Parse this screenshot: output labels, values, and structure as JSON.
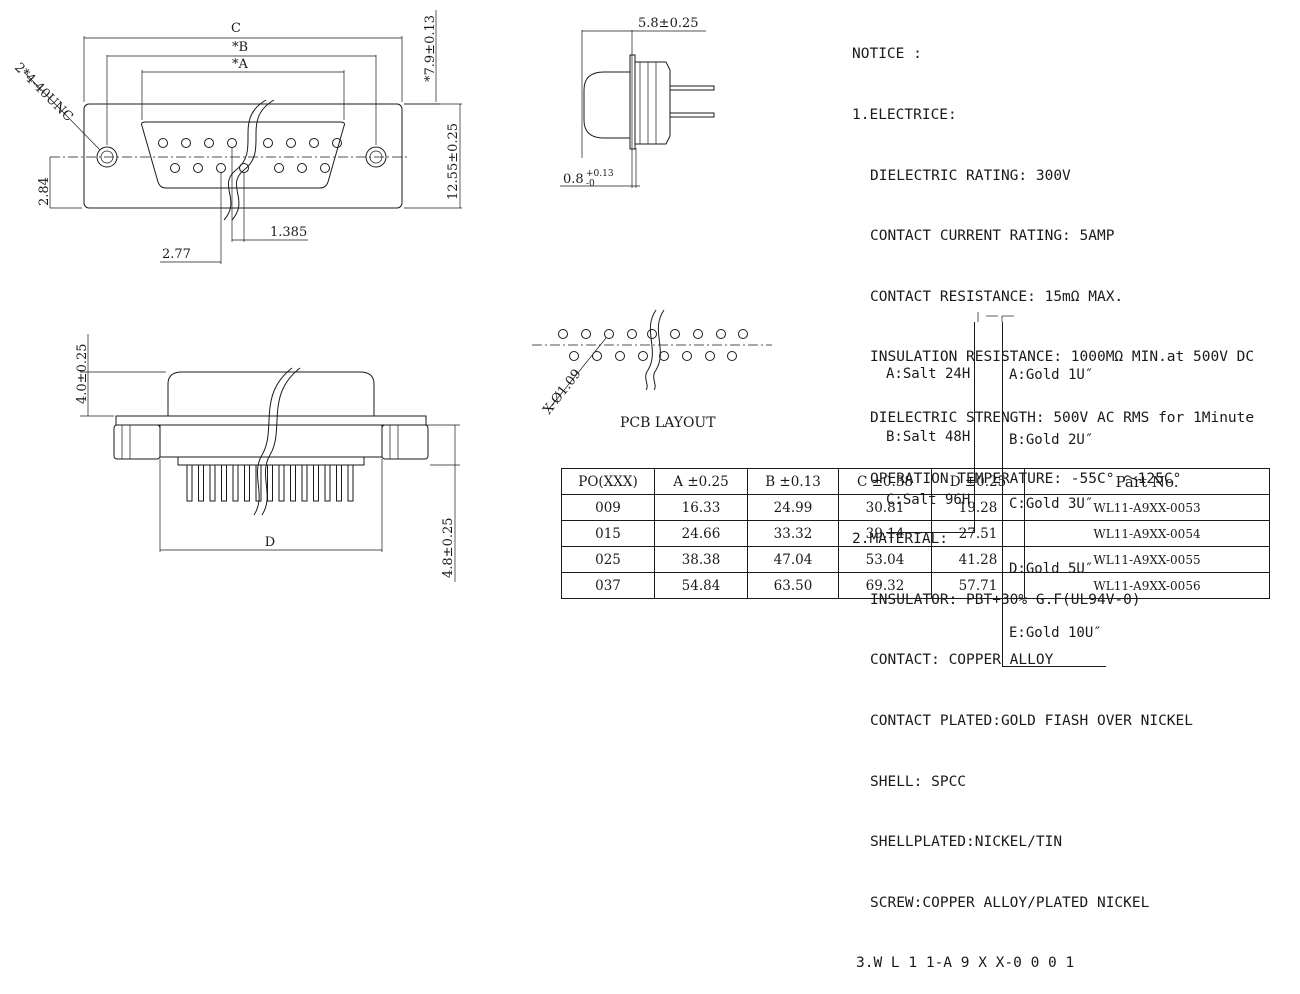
{
  "dims_front": {
    "c": "C",
    "b": "*B",
    "a": "*A",
    "thread": "2*4-40UNC",
    "h79": "*7.9±0.13",
    "h1255": "12.55±0.25",
    "h284": "2.84",
    "p1385": "1.385",
    "p277": "2.77"
  },
  "dims_side": {
    "w58": "5.8±0.25",
    "t08": "0.8",
    "t08_tol": "+0.13",
    "t08_tol2": "-0"
  },
  "dims_bottom": {
    "h40": "4.0±0.25",
    "h48": "4.8±0.25",
    "d": "D"
  },
  "pcb": {
    "title": "PCB LAYOUT",
    "hole": "X-Ø1.09"
  },
  "notice": {
    "title": "NOTICE :",
    "electric_title": "1.ELECTRICE:",
    "electric": [
      "DIELECTRIC RATING: 300V",
      "CONTACT CURRENT RATING: 5AMP",
      "CONTACT RESISTANCE: 15mΩ MAX.",
      "INSULATION RESISTANCE: 1000MΩ MIN.at 500V DC",
      "DIELECTRIC STRENGTH: 500V AC RMS for 1Minute",
      "OPERATION TEMPERATURE: -55C° ～125C°"
    ],
    "material_title": "2.MATERIAL:",
    "material": [
      "INSULATOR: PBT+30% G.F(UL94V-0)",
      "CONTACT: COPPER ALLOY",
      "CONTACT PLATED:GOLD FIASH OVER NICKEL",
      "SHELL: SPCC",
      "SHELLPLATED:NICKEL/TIN",
      "SCREW:COPPER ALLOY/PLATED NICKEL"
    ],
    "code": "3.W L 1 1-A 9 X X-0 0 0 1",
    "salt": [
      "A:Salt 24H",
      "B:Salt 48H",
      "C:Salt 96H"
    ],
    "gold": [
      "A:Gold 1U″",
      "B:Gold 2U″",
      "C:Gold 3U″",
      "D:Gold 5U″",
      "E:Gold 10U″"
    ]
  },
  "table": {
    "headers": [
      "PO(XXX)",
      "A ±0.25",
      "B ±0.13",
      "C ±0.38",
      "D ±0.25",
      "Part    No."
    ],
    "rows": [
      [
        "009",
        "16.33",
        "24.99",
        "30.81",
        "19.28",
        "WL11-A9XX-0053"
      ],
      [
        "015",
        "24.66",
        "33.32",
        "39.14",
        "27.51",
        "WL11-A9XX-0054"
      ],
      [
        "025",
        "38.38",
        "47.04",
        "53.04",
        "41.28",
        "WL11-A9XX-0055"
      ],
      [
        "037",
        "54.84",
        "63.50",
        "69.32",
        "57.71",
        "WL11-A9XX-0056"
      ]
    ]
  }
}
